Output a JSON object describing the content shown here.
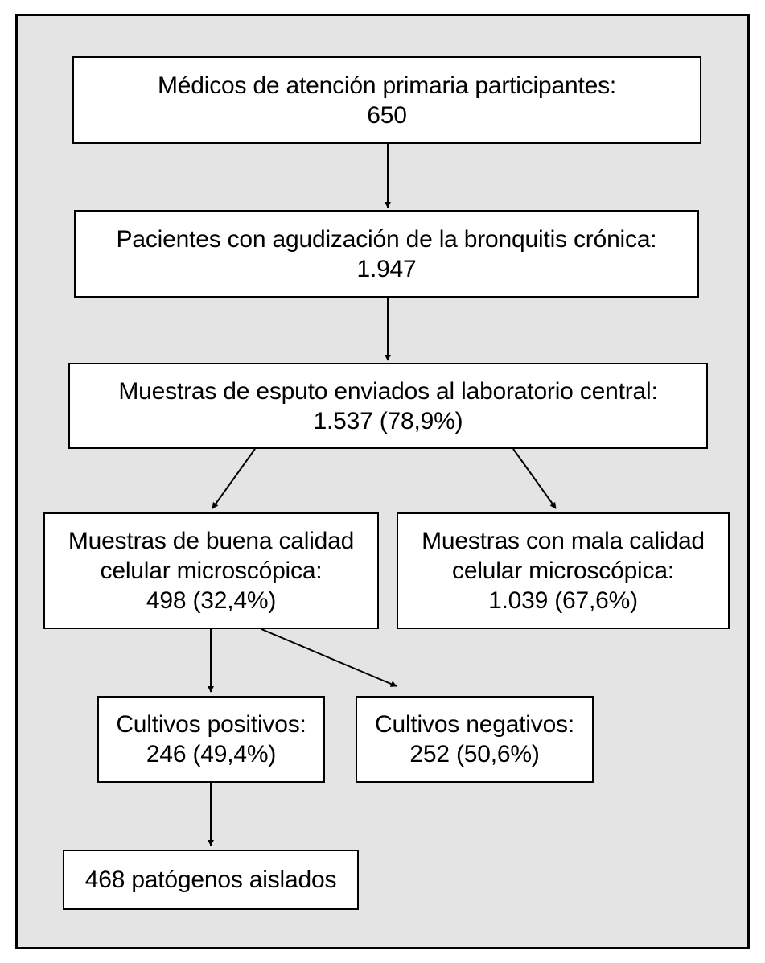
{
  "boxes": {
    "medicos": {
      "line1": "Médicos de atención primaria participantes:",
      "line2": "650"
    },
    "pacientes": {
      "line1": "Pacientes con agudización de la bronquitis crónica:",
      "line2": "1.947"
    },
    "muestras_esputo": {
      "line1": "Muestras de esputo enviados al laboratorio central:",
      "line2": "1.537 (78,9%)"
    },
    "buena_calidad": {
      "line1": "Muestras de buena calidad",
      "line2": "celular microscópica:",
      "line3": "498 (32,4%)"
    },
    "mala_calidad": {
      "line1": "Muestras con mala calidad",
      "line2": "celular microscópica:",
      "line3": "1.039 (67,6%)"
    },
    "cultivos_positivos": {
      "line1": "Cultivos positivos:",
      "line2": "246 (49,4%)"
    },
    "cultivos_negativos": {
      "line1": "Cultivos negativos:",
      "line2": "252 (50,6%)"
    },
    "patogenos": {
      "line1": "468 patógenos aislados"
    }
  },
  "colors": {
    "background": "#e4e4e4",
    "box_fill": "#ffffff",
    "line": "#000000"
  }
}
